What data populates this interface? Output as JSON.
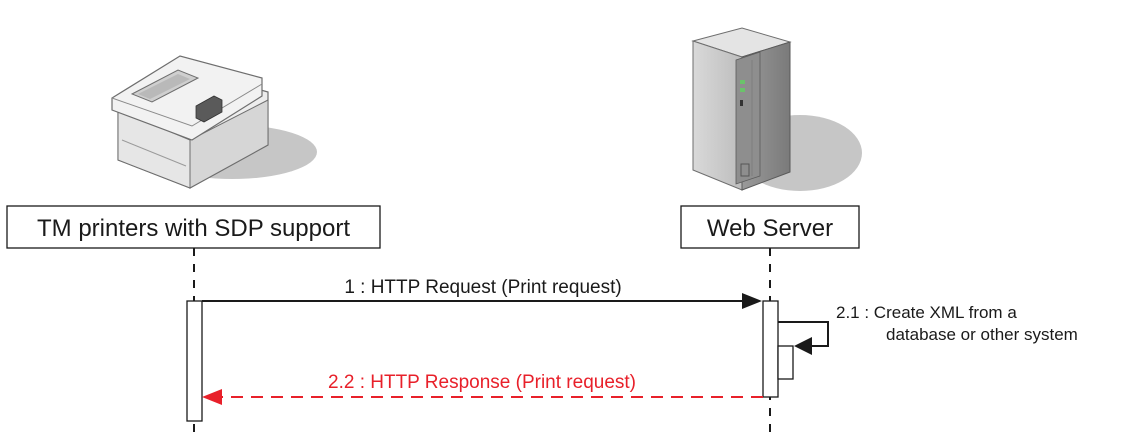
{
  "participants": {
    "printer": {
      "label": "TM printers with SDP support",
      "icon": "receipt-printer-icon"
    },
    "server": {
      "label": "Web Server",
      "icon": "server-tower-icon"
    }
  },
  "messages": {
    "request": {
      "label": "1 : HTTP Request (Print request)",
      "color": "#1a1a1a"
    },
    "self_call": {
      "line1": "2.1 : Create XML from a",
      "line2": "database or other system",
      "color": "#1a1a1a"
    },
    "response": {
      "label": "2.2 : HTTP Response (Print request)",
      "color": "#e8202a"
    }
  },
  "colors": {
    "response": "#e8202a",
    "line": "#1a1a1a",
    "shadow": "#c9c9c9"
  }
}
